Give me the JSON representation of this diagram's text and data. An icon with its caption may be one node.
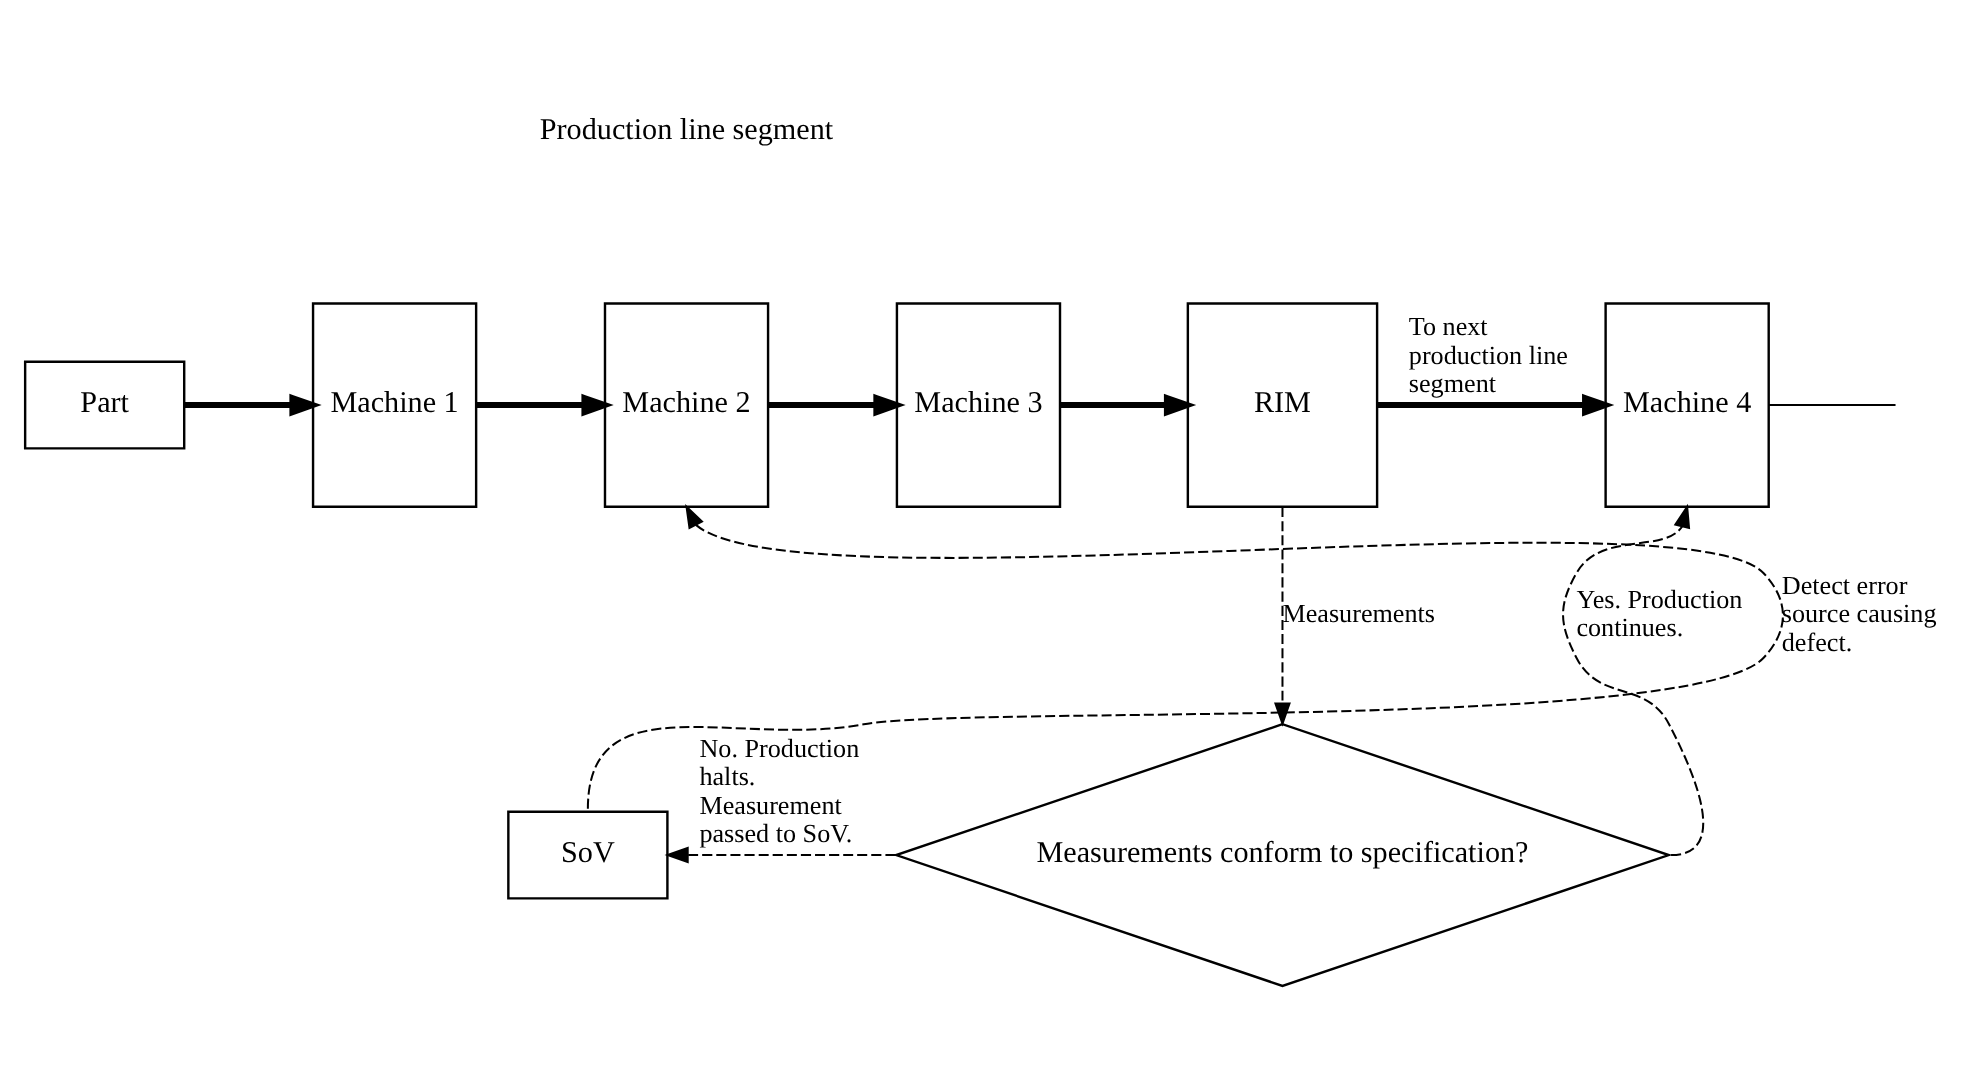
{
  "diagram": {
    "nodes": [
      {
        "text": [
          "Part"
        ]
      },
      {
        "text": [
          "Machine 1"
        ]
      },
      {
        "text": [
          "Machine 2"
        ]
      },
      {
        "text": [
          "Machine 3"
        ]
      },
      {
        "text": [
          "RIM"
        ]
      },
      {
        "text": [
          "Machine 4"
        ]
      },
      {
        "text": [
          "Measurements conform to specification?"
        ]
      },
      {
        "text": [
          "SoV"
        ]
      }
    ],
    "edges": [
      {
        "from": 0,
        "to": 1,
        "arrow": "to",
        "style": "thick"
      },
      {
        "from": 1,
        "to": 2,
        "arrow": "to",
        "style": "thick"
      },
      {
        "from": 2,
        "to": 3,
        "arrow": "to",
        "style": "thick"
      },
      {
        "from": 3,
        "to": 4,
        "arrow": "to",
        "style": "thick"
      },
      {
        "from": 4,
        "to": 5,
        "arrow": "to",
        "style": "thick",
        "label": "To next production line segment"
      },
      {
        "from": 5,
        "to": null,
        "arrow": "none"
      },
      {
        "from": 4,
        "to": 6,
        "arrow": "to",
        "style": "dashed",
        "label": "Measurements"
      },
      {
        "from": 6,
        "to": 7,
        "arrow": "to",
        "style": "dashed",
        "label": "No. Production halts. Measurement passed to SoV."
      },
      {
        "from": 6,
        "to": 5,
        "arrow": "to",
        "style": "dashed",
        "label": "Yes. Production continues."
      },
      {
        "from": 7,
        "to": 2,
        "arrow": "to",
        "style": "dashed",
        "label": "Detect error source causing defect."
      }
    ],
    "labels": [
      "Production line segment"
    ]
  }
}
